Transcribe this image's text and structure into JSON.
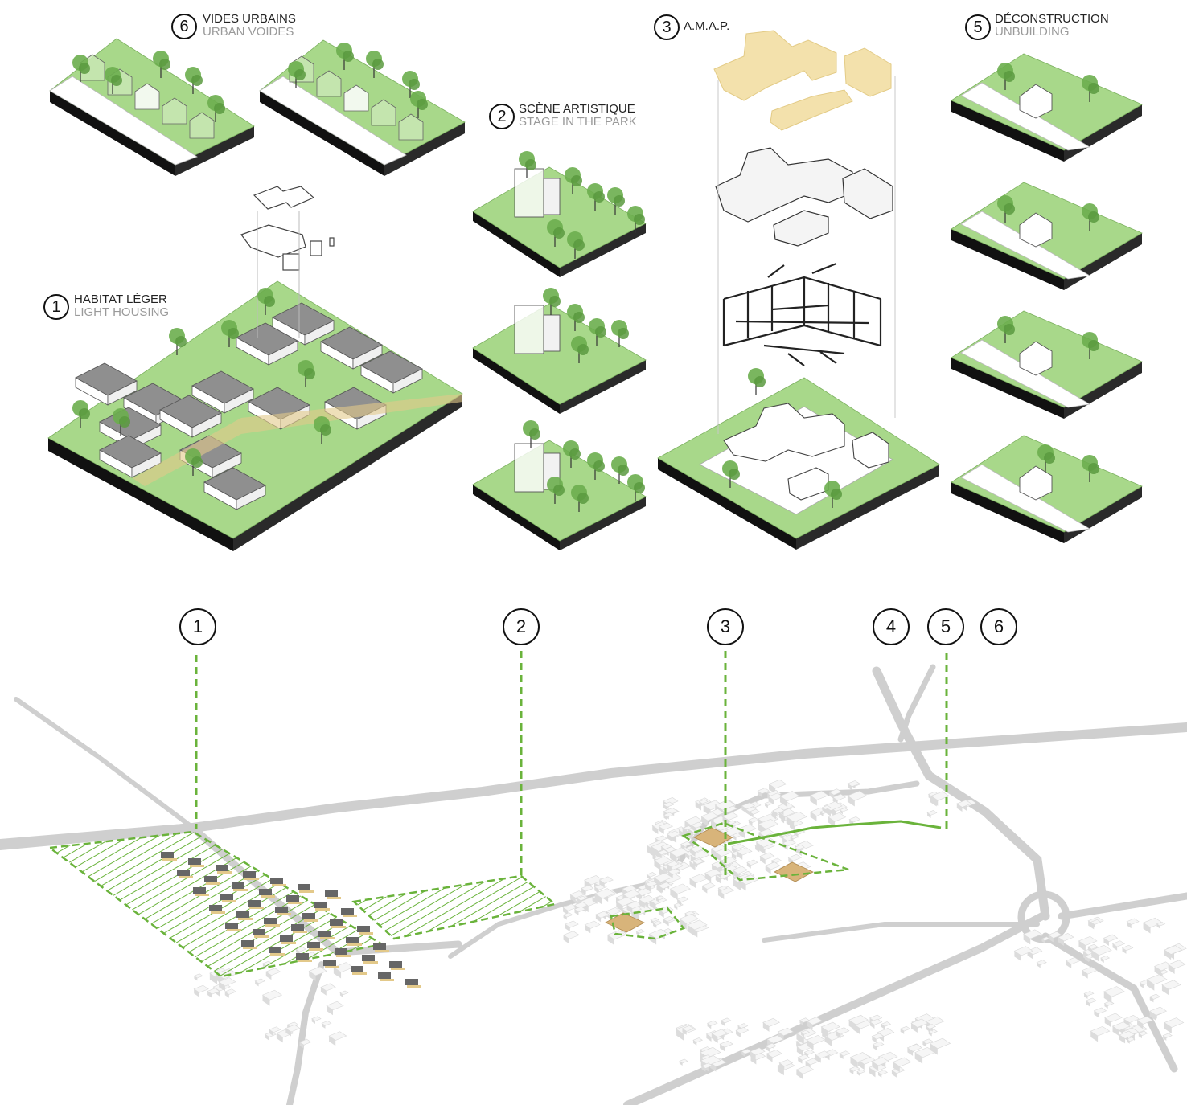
{
  "programs": [
    {
      "number": "1",
      "fr": "HABITAT LÉGER",
      "en": "LIGHT HOUSING"
    },
    {
      "number": "2",
      "fr": "SCÈNE ARTISTIQUE",
      "en": "STAGE IN THE PARK"
    },
    {
      "number": "3",
      "fr": "A.M.A.P.",
      "en": ""
    },
    {
      "number": "5",
      "fr": "DÉCONSTRUCTION",
      "en": "UNBUILDING"
    },
    {
      "number": "6",
      "fr": "VIDES URBAINS",
      "en": "URBAN VOIDES"
    }
  ],
  "site_markers": [
    "1",
    "2",
    "3",
    "4",
    "5",
    "6"
  ],
  "colors": {
    "grass": "#a8d88a",
    "grass_side": "#8cc06e",
    "slab": "#111111",
    "tree": "#6cae4e",
    "roof": "#8f8f8f",
    "beam": "#e3c98a",
    "marker_line": "#6ab33b",
    "road": "#d2d2d2",
    "building": "#e9e9e9"
  }
}
